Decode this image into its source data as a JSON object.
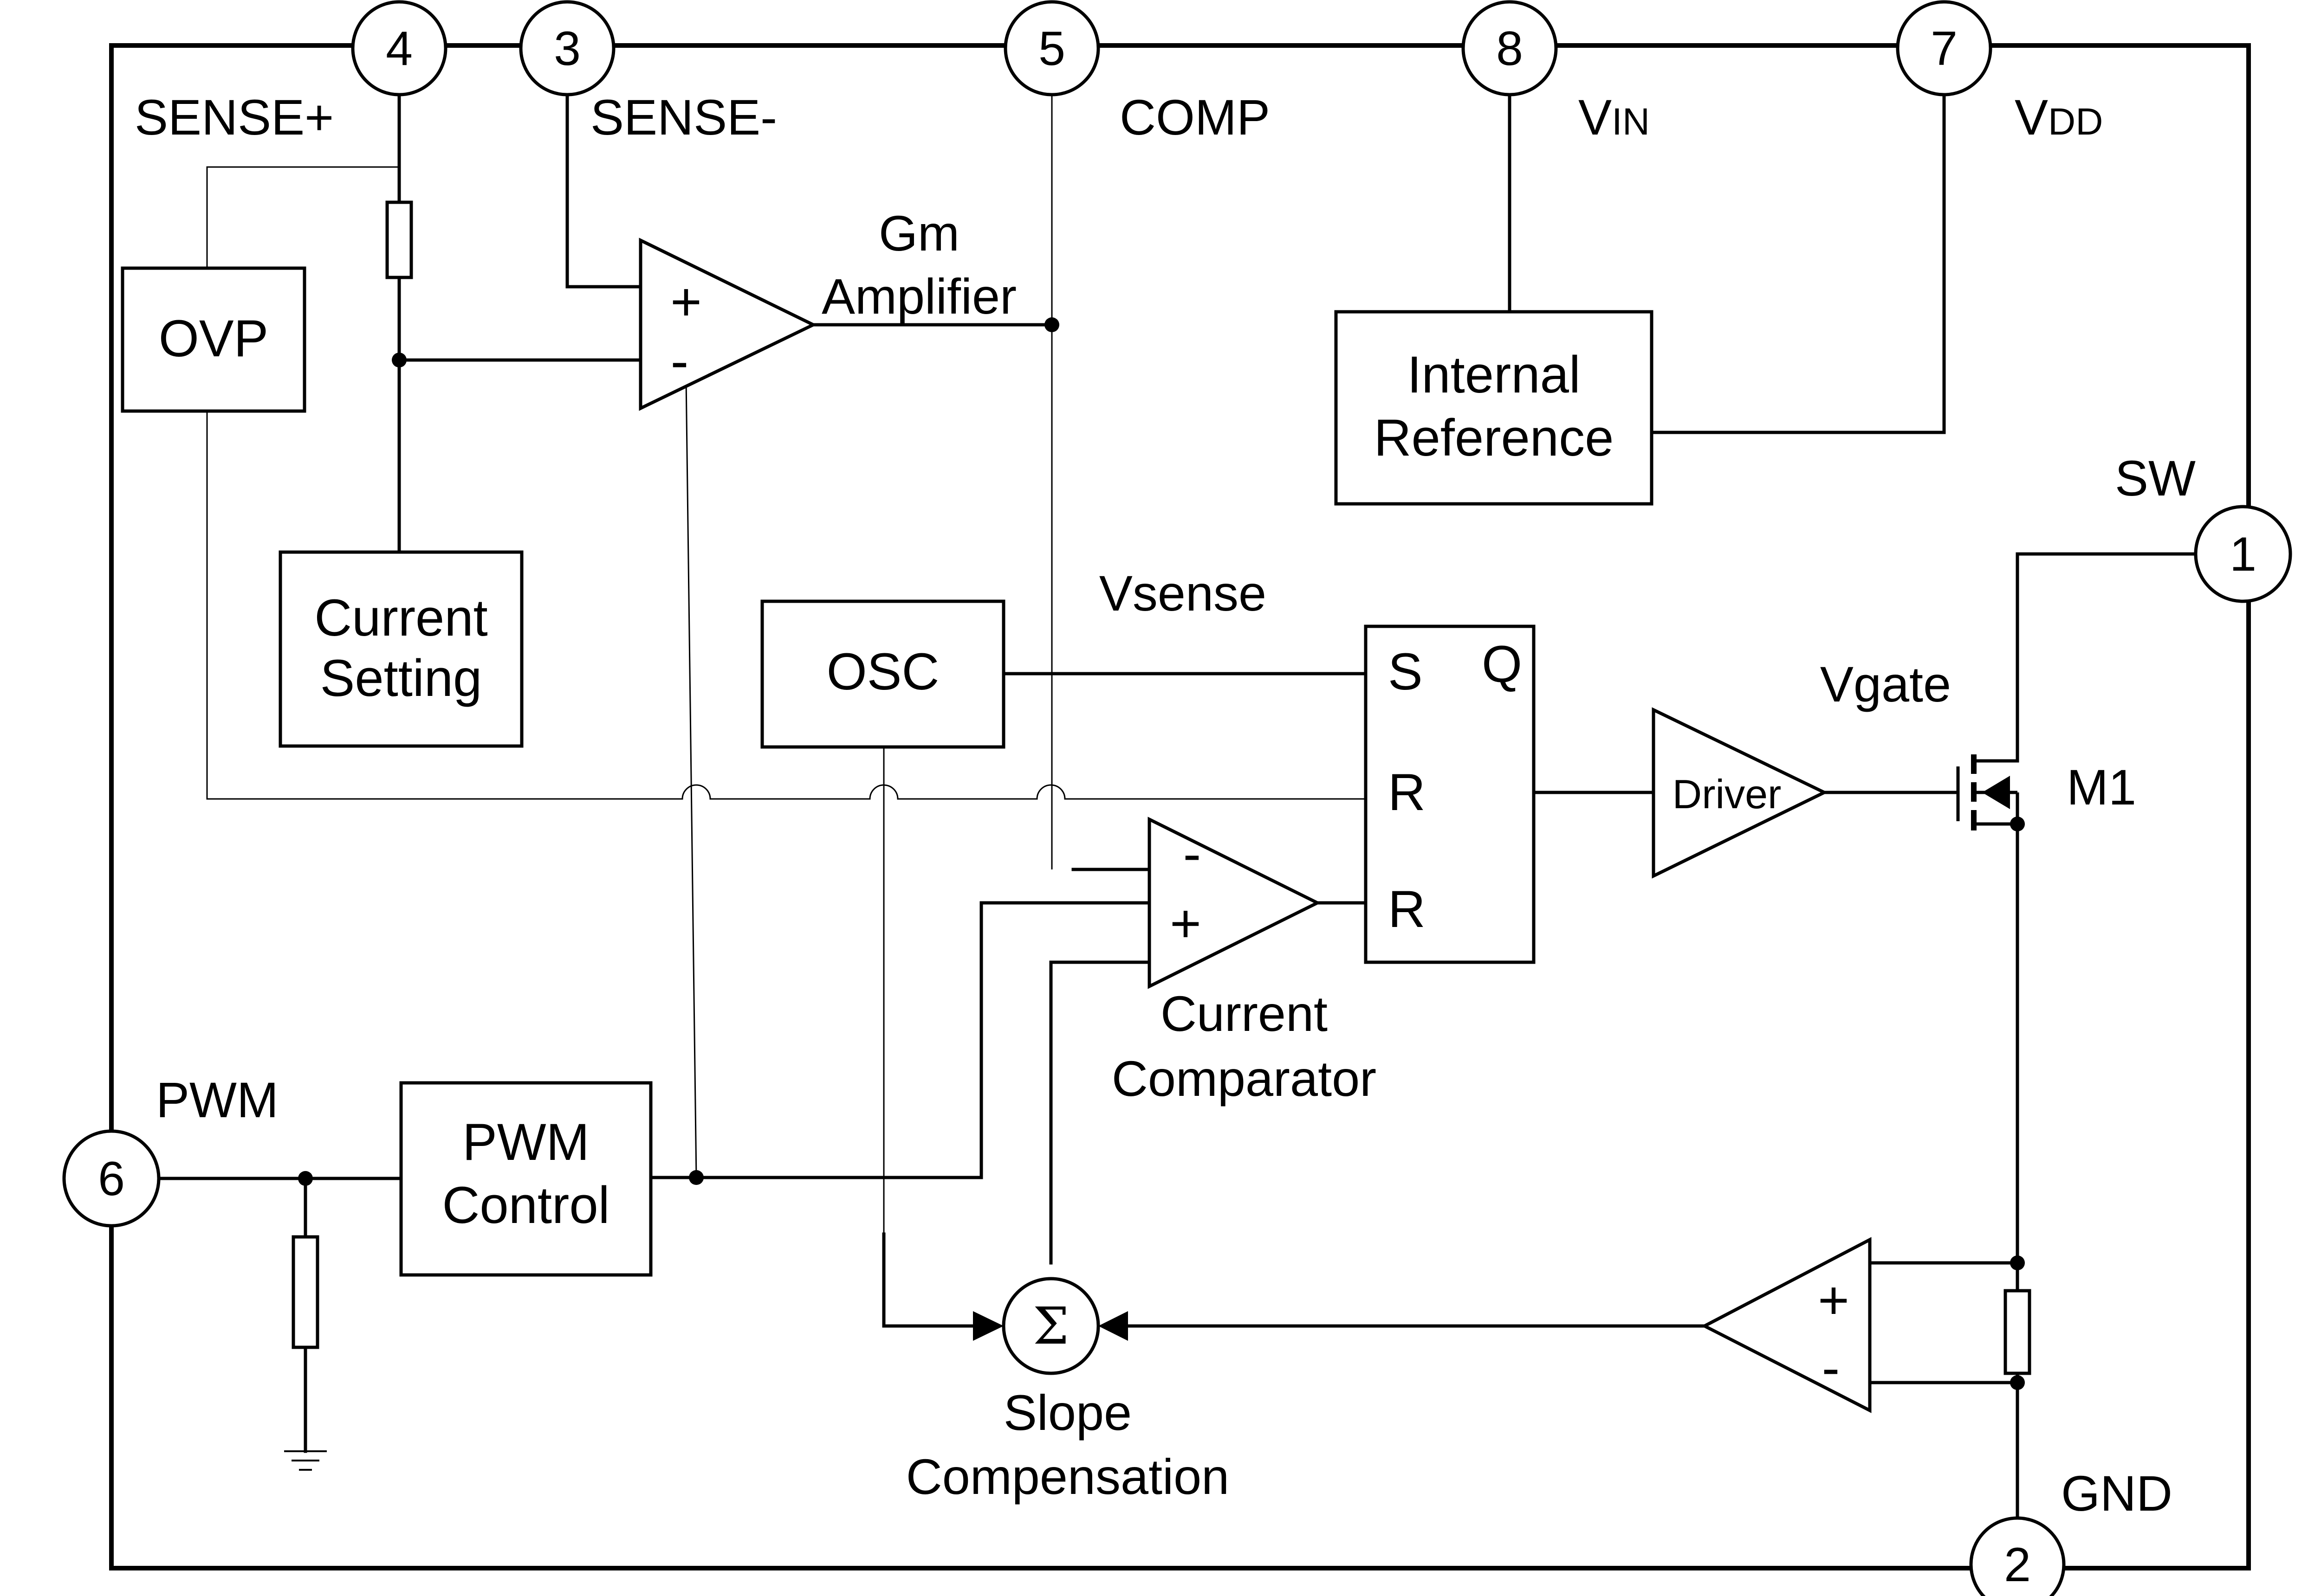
{
  "pins": {
    "p4": "4",
    "p3": "3",
    "p5": "5",
    "p8": "8",
    "p7": "7",
    "p1": "1",
    "p6": "6",
    "p2": "2"
  },
  "pin_labels": {
    "sense_plus": "SENSE+",
    "sense_minus": "SENSE-",
    "comp": "COMP",
    "vin_main": "V",
    "vin_sub": "IN",
    "vdd_main": "V",
    "vdd_sub": "DD",
    "sw": "SW",
    "pwm": "PWM",
    "gnd": "GND"
  },
  "blocks": {
    "ovp": "OVP",
    "current_setting": [
      "Current",
      "Setting"
    ],
    "internal_reference": [
      "Internal",
      "Reference"
    ],
    "osc": "OSC",
    "pwm_control": [
      "PWM",
      "Control"
    ],
    "driver": "Driver",
    "flipflop": {
      "s": "S",
      "q": "Q",
      "r1": "R",
      "r2": "R"
    }
  },
  "labels": {
    "gm_amplifier": [
      "Gm",
      "Amplifier"
    ],
    "vsense": "Vsense",
    "vgate": "Vgate",
    "m1": "M1",
    "current_comparator": [
      "Current",
      "Comparator"
    ],
    "slope_compensation": [
      "Slope",
      "Compensation"
    ],
    "sigma": "Σ"
  },
  "signs": {
    "plus": "+",
    "minus": "-"
  }
}
